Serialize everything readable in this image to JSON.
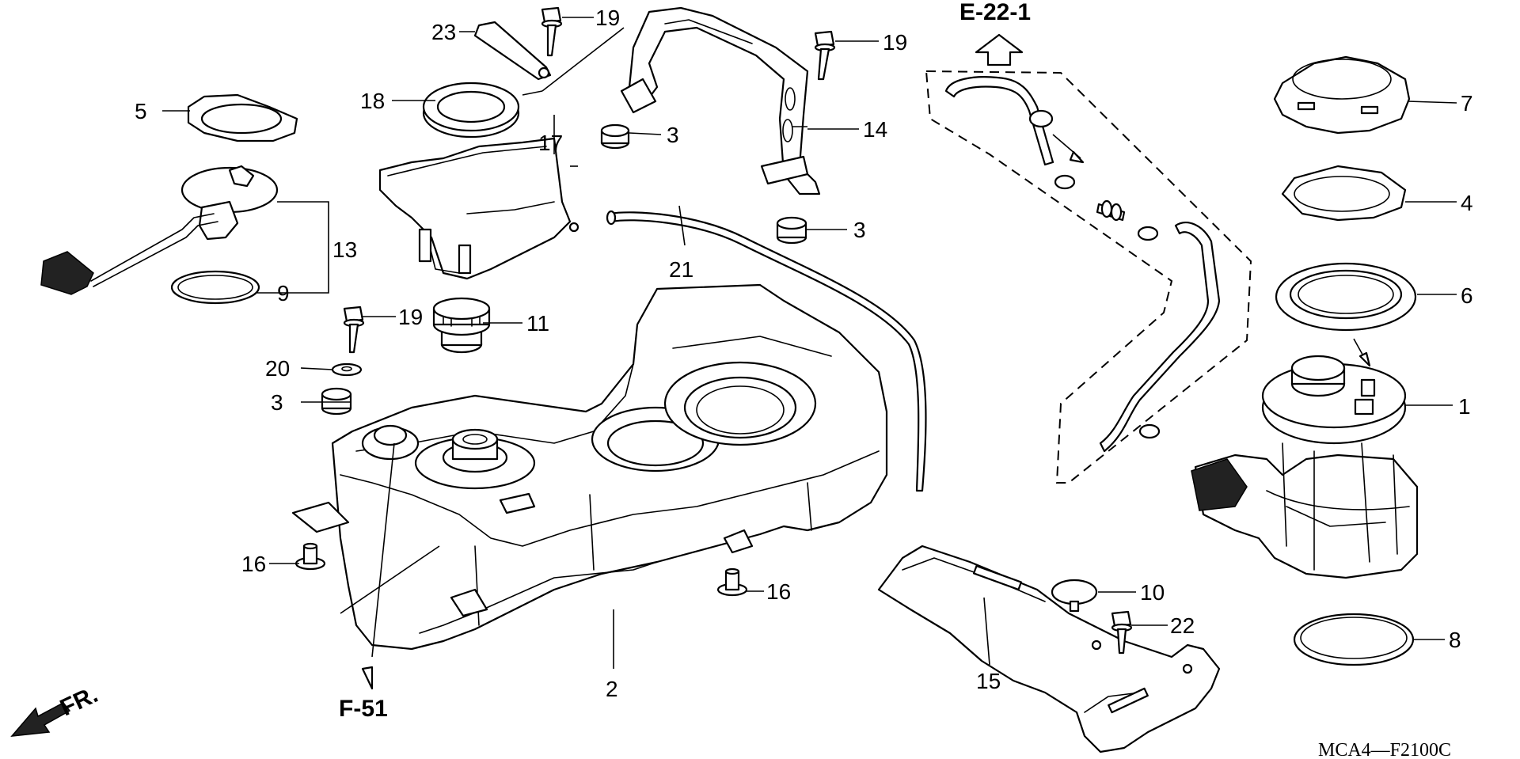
{
  "callouts": [
    {
      "id": "c1",
      "text": "1"
    },
    {
      "id": "c2",
      "text": "2"
    },
    {
      "id": "c3a",
      "text": "3"
    },
    {
      "id": "c3b",
      "text": "3"
    },
    {
      "id": "c3c",
      "text": "3"
    },
    {
      "id": "c4",
      "text": "4"
    },
    {
      "id": "c5",
      "text": "5"
    },
    {
      "id": "c6",
      "text": "6"
    },
    {
      "id": "c7",
      "text": "7"
    },
    {
      "id": "c8",
      "text": "8"
    },
    {
      "id": "c9",
      "text": "9"
    },
    {
      "id": "c10",
      "text": "10"
    },
    {
      "id": "c11",
      "text": "11"
    },
    {
      "id": "c13",
      "text": "13"
    },
    {
      "id": "c14",
      "text": "14"
    },
    {
      "id": "c15",
      "text": "15"
    },
    {
      "id": "c16a",
      "text": "16"
    },
    {
      "id": "c16b",
      "text": "16"
    },
    {
      "id": "c17",
      "text": "17"
    },
    {
      "id": "c18",
      "text": "18"
    },
    {
      "id": "c19a",
      "text": "19"
    },
    {
      "id": "c19b",
      "text": "19"
    },
    {
      "id": "c19c",
      "text": "19"
    },
    {
      "id": "c20",
      "text": "20"
    },
    {
      "id": "c21",
      "text": "21"
    },
    {
      "id": "c22",
      "text": "22"
    },
    {
      "id": "c23",
      "text": "23"
    }
  ],
  "references": {
    "e22": "E-22-1",
    "f51": "F-51",
    "front": "FR."
  },
  "diagram_code": "MCA4—F2100C"
}
